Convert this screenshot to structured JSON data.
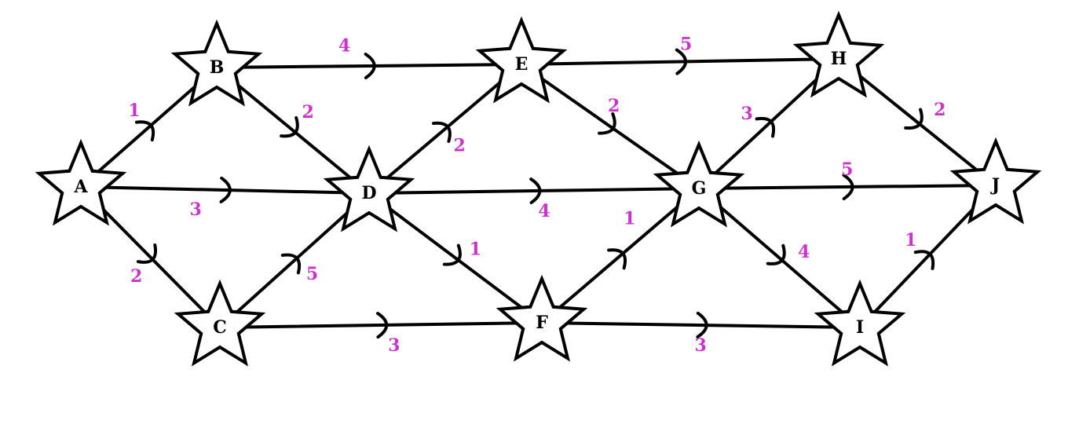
{
  "diagram": {
    "type": "weighted-directed-graph",
    "colors": {
      "edge": "#000000",
      "node_fill": "#ffffff",
      "node_stroke": "#000000",
      "weight": "#cc33cc"
    },
    "node_shape": "star",
    "nodes": [
      {
        "id": "A",
        "label": "A"
      },
      {
        "id": "B",
        "label": "B"
      },
      {
        "id": "C",
        "label": "C"
      },
      {
        "id": "D",
        "label": "D"
      },
      {
        "id": "E",
        "label": "E"
      },
      {
        "id": "F",
        "label": "F"
      },
      {
        "id": "G",
        "label": "G"
      },
      {
        "id": "H",
        "label": "H"
      },
      {
        "id": "I",
        "label": "I"
      },
      {
        "id": "J",
        "label": "J"
      }
    ],
    "edges": [
      {
        "from": "A",
        "to": "B",
        "weight": "1"
      },
      {
        "from": "A",
        "to": "D",
        "weight": "3"
      },
      {
        "from": "A",
        "to": "C",
        "weight": "2"
      },
      {
        "from": "B",
        "to": "E",
        "weight": "4"
      },
      {
        "from": "B",
        "to": "D",
        "weight": "2"
      },
      {
        "from": "C",
        "to": "D",
        "weight": "5"
      },
      {
        "from": "C",
        "to": "F",
        "weight": "3"
      },
      {
        "from": "D",
        "to": "E",
        "weight": "2"
      },
      {
        "from": "D",
        "to": "G",
        "weight": "4"
      },
      {
        "from": "D",
        "to": "F",
        "weight": "1"
      },
      {
        "from": "E",
        "to": "H",
        "weight": "5"
      },
      {
        "from": "E",
        "to": "G",
        "weight": "2"
      },
      {
        "from": "F",
        "to": "G",
        "weight": "1"
      },
      {
        "from": "F",
        "to": "I",
        "weight": "3"
      },
      {
        "from": "G",
        "to": "H",
        "weight": "3"
      },
      {
        "from": "G",
        "to": "J",
        "weight": "5"
      },
      {
        "from": "G",
        "to": "I",
        "weight": "4"
      },
      {
        "from": "H",
        "to": "J",
        "weight": "2"
      },
      {
        "from": "I",
        "to": "J",
        "weight": "1"
      }
    ]
  }
}
